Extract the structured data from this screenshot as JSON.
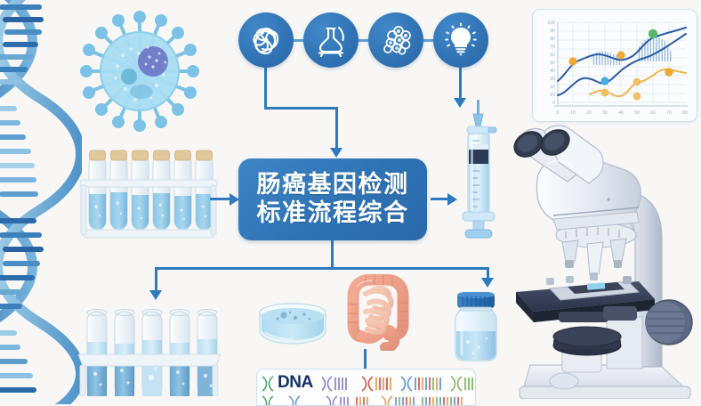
{
  "meta": {
    "title": "肠癌基因检测标准流程综合",
    "background_color": "#f8f7f5",
    "accent_color": "#2f79bf",
    "node_color": "#2e72b4"
  },
  "central_node": {
    "line1": "肠癌基因检测",
    "line2": "标准流程综合",
    "name": "central-process-node"
  },
  "top_icons": [
    {
      "label": "spiral-swirl",
      "icon": "spiral-icon"
    },
    {
      "label": "flask-on-stand",
      "icon": "flask-icon"
    },
    {
      "label": "cell-cluster",
      "icon": "cells-icon"
    },
    {
      "label": "lightbulb-idea",
      "icon": "lightbulb-icon"
    }
  ],
  "illustrations": {
    "dna_helix": "dna-double-helix",
    "virus_cell": "virus-cell",
    "test_tube_rack_top": "test-tube-rack-six",
    "syringe": "syringe",
    "microscope": "microscope",
    "test_tube_rack_bottom": "test-tube-rack-five",
    "petri_dish": "petri-dish",
    "intestine": "intestine-colon",
    "reagent_bottle": "reagent-bottle"
  },
  "dna_strip": {
    "label": "DNA",
    "segment_colors": [
      "#4aa36b",
      "#8a7fc4",
      "#e29a4e",
      "#d1544a",
      "#5b93d1",
      "#7fb35e"
    ]
  },
  "chart_data": {
    "type": "line",
    "title": "",
    "xlabel": "",
    "ylabel": "",
    "xlim": [
      0,
      80
    ],
    "ylim": [
      0,
      100
    ],
    "grid": true,
    "legend": "none",
    "y_ticks": [
      100,
      90,
      80,
      70,
      60,
      50,
      40,
      30,
      20,
      10,
      0
    ],
    "x_ticks": [
      0,
      10,
      20,
      30,
      40,
      50,
      60,
      70,
      80
    ],
    "series": [
      {
        "name": "upper-blue-line",
        "color": "#2a5ca8",
        "x": [
          0,
          10,
          20,
          30,
          40,
          50,
          60,
          70,
          80
        ],
        "y": [
          11,
          16,
          28,
          31,
          27,
          40,
          56,
          68,
          80
        ]
      },
      {
        "name": "lower-blue-line",
        "color": "#2a5ca8",
        "x": [
          0,
          10,
          20,
          30,
          40,
          50,
          60,
          70,
          80
        ],
        "y": [
          28,
          49,
          58,
          64,
          62,
          70,
          76,
          82,
          88
        ]
      },
      {
        "name": "orange-line",
        "color": "#f0b44c",
        "x": [
          0,
          20,
          30,
          40,
          50,
          60,
          70,
          80
        ],
        "y": [
          4,
          12,
          16,
          13,
          25,
          30,
          40,
          36
        ]
      }
    ],
    "markers": [
      {
        "x": 10,
        "y": 50,
        "color": "#f0a833",
        "name": "orange-marker-1"
      },
      {
        "x": 30,
        "y": 28,
        "color": "#44aee0",
        "name": "blue-marker"
      },
      {
        "x": 40,
        "y": 62,
        "color": "#f0a833",
        "name": "orange-marker-2"
      },
      {
        "x": 30,
        "y": 12,
        "color": "#f0c060",
        "name": "light-orange-marker-1"
      },
      {
        "x": 50,
        "y": 25,
        "color": "#f0c060",
        "name": "light-orange-marker-2"
      },
      {
        "x": 50,
        "y": 9,
        "color": "#f0c060",
        "name": "light-orange-marker-3"
      },
      {
        "x": 60,
        "y": 86,
        "color": "#56b96a",
        "name": "green-marker"
      },
      {
        "x": 70,
        "y": 40,
        "color": "#f0a833",
        "name": "orange-marker-3"
      }
    ],
    "shaded_regions": [
      {
        "x_start": 22,
        "x_end": 38,
        "name": "hatch-band-left"
      },
      {
        "x_start": 50,
        "x_end": 68,
        "name": "hatch-band-right"
      }
    ]
  }
}
